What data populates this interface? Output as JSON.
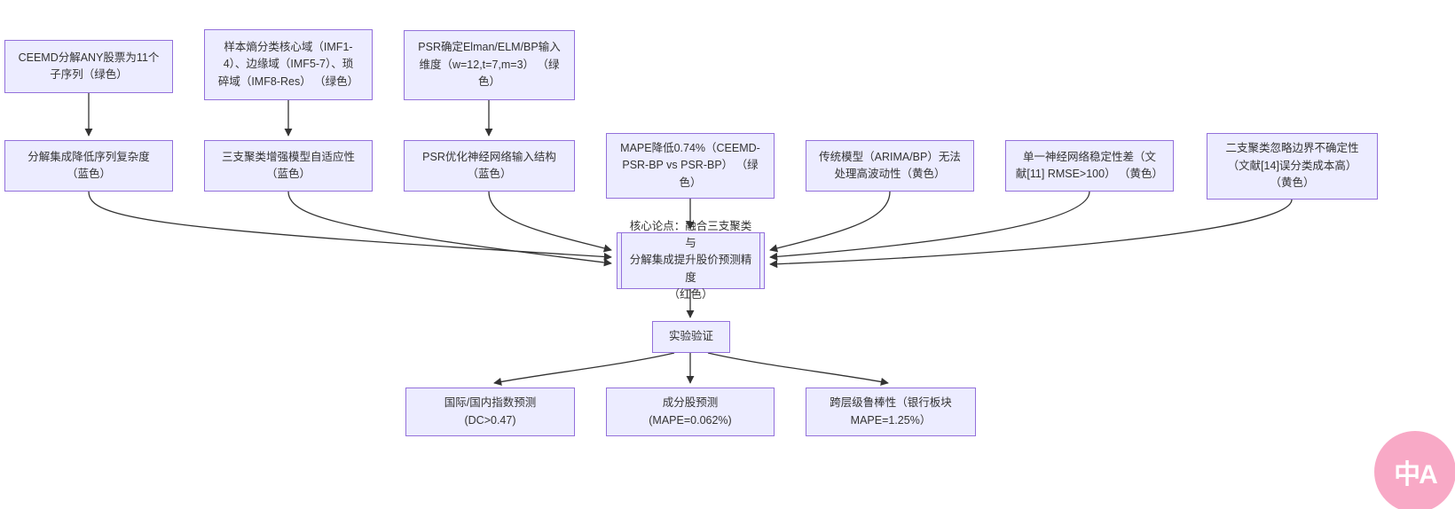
{
  "diagram": {
    "nodes": {
      "ceemd": {
        "label": "CEEMD分解ANY股票为11个\n子序列（绿色）"
      },
      "entropy": {
        "label": "样本熵分类核心域（IMF1-\n4）、边缘域（IMF5-7）、琐\n碎域（IMF8-Res） （绿色）"
      },
      "psrdim": {
        "label": "PSR确定Elman/ELM/BP输入\n维度（w=12,t=7,m=3） （绿\n色）"
      },
      "decomp": {
        "label": "分解集成降低序列复杂度\n（蓝色）"
      },
      "threeway": {
        "label": "三支聚类增强模型自适应性\n（蓝色）"
      },
      "psropt": {
        "label": "PSR优化神经网络输入结构\n（蓝色）"
      },
      "mape": {
        "label": "MAPE降低0.74%（CEEMD-\nPSR-BP vs PSR-BP） （绿\n色）"
      },
      "trad": {
        "label": "传统模型（ARIMA/BP）无法\n处理高波动性（黄色）"
      },
      "single": {
        "label": "单一神经网络稳定性差（文\n献[11] RMSE>100） （黄色）"
      },
      "twoway": {
        "label": "二支聚类忽略边界不确定性\n（文献[14]误分类成本高）\n（黄色）"
      },
      "core": {
        "label": "核心论点：融合三支聚类与\n分解集成提升股价预测精度\n（红色）"
      },
      "exp": {
        "label": "实验验证"
      },
      "b1": {
        "label": "国际/国内指数预测\n(DC>0.47)"
      },
      "b2": {
        "label": "成分股预测\n(MAPE=0.062%)"
      },
      "b3": {
        "label": "跨层级鲁棒性（银行板块\nMAPE=1.25%）"
      }
    },
    "edges": [
      {
        "from": "ceemd",
        "to": "decomp"
      },
      {
        "from": "entropy",
        "to": "threeway"
      },
      {
        "from": "psrdim",
        "to": "psropt"
      },
      {
        "from": "decomp",
        "to": "core"
      },
      {
        "from": "threeway",
        "to": "core"
      },
      {
        "from": "psropt",
        "to": "core"
      },
      {
        "from": "mape",
        "to": "core"
      },
      {
        "from": "trad",
        "to": "core"
      },
      {
        "from": "single",
        "to": "core"
      },
      {
        "from": "twoway",
        "to": "core"
      },
      {
        "from": "core",
        "to": "exp"
      },
      {
        "from": "exp",
        "to": "b1"
      },
      {
        "from": "exp",
        "to": "b2"
      },
      {
        "from": "exp",
        "to": "b3"
      }
    ]
  },
  "badge": {
    "label": "中A"
  },
  "colors": {
    "node_fill": "#ECECFF",
    "node_border": "#9370DB",
    "text": "#333333",
    "edge": "#333333",
    "badge_bg": "#F8A9C6",
    "badge_text": "#FFFFFF"
  }
}
